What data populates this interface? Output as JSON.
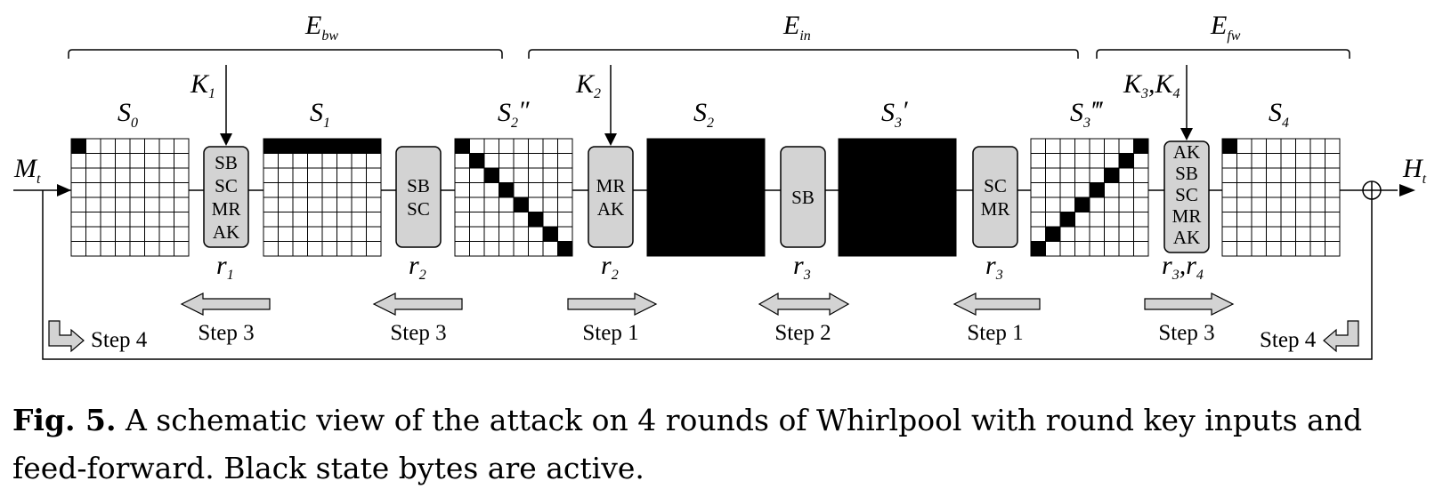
{
  "figure": {
    "brackets": [
      {
        "id": "bw",
        "label": "E",
        "sub": "bw"
      },
      {
        "id": "in",
        "label": "E",
        "sub": "in"
      },
      {
        "id": "fw",
        "label": "E",
        "sub": "fw"
      }
    ],
    "input": {
      "label": "M",
      "sub": "t"
    },
    "output": {
      "label": "H",
      "sub": "t"
    },
    "states": [
      {
        "id": "s0",
        "label": "S",
        "sub": "0",
        "prime": "",
        "active": "first"
      },
      {
        "id": "s1",
        "label": "S",
        "sub": "1",
        "prime": "",
        "active": "row"
      },
      {
        "id": "s2pp",
        "label": "S",
        "sub": "2",
        "prime": "″",
        "active": "diag"
      },
      {
        "id": "s2",
        "label": "S",
        "sub": "2",
        "prime": "",
        "active": "full"
      },
      {
        "id": "s3p",
        "label": "S",
        "sub": "3",
        "prime": "′",
        "active": "full"
      },
      {
        "id": "s3ppp",
        "label": "S",
        "sub": "3",
        "prime": "‴",
        "active": "antidiag"
      },
      {
        "id": "s4",
        "label": "S",
        "sub": "4",
        "prime": "",
        "active": "first"
      }
    ],
    "boxes": [
      {
        "id": "b1",
        "ops": [
          "SB",
          "SC",
          "MR",
          "AK"
        ],
        "round": "r",
        "round_sub": "1",
        "key": "K",
        "key_sub": "1"
      },
      {
        "id": "b2",
        "ops": [
          "SB",
          "SC"
        ],
        "round": "r",
        "round_sub": "2"
      },
      {
        "id": "b3",
        "ops": [
          "MR",
          "AK"
        ],
        "round": "r",
        "round_sub": "2",
        "key": "K",
        "key_sub": "2"
      },
      {
        "id": "b4",
        "ops": [
          "SB"
        ],
        "round": "r",
        "round_sub": "3"
      },
      {
        "id": "b5",
        "ops": [
          "SC",
          "MR"
        ],
        "round": "r",
        "round_sub": "3"
      },
      {
        "id": "b6",
        "ops": [
          "AK",
          "SB",
          "SC",
          "MR",
          "AK"
        ],
        "round": "r",
        "round_sub": "3",
        "round2_sub": "4",
        "key": "K",
        "key_sub": "3",
        "key2_sub": "4"
      }
    ],
    "steps": [
      {
        "label": "Step 4",
        "dir": "corner-right"
      },
      {
        "label": "Step 3",
        "dir": "left"
      },
      {
        "label": "Step 3",
        "dir": "left"
      },
      {
        "label": "Step 1",
        "dir": "right"
      },
      {
        "label": "Step 2",
        "dir": "both"
      },
      {
        "label": "Step 1",
        "dir": "left"
      },
      {
        "label": "Step 3",
        "dir": "right"
      },
      {
        "label": "Step 4",
        "dir": "corner-left"
      }
    ],
    "colors": {
      "active": "#000000",
      "box_fill": "#d3d3d3",
      "arrow_fill": "#d3d3d3",
      "line": "#000000"
    }
  },
  "caption": {
    "fig_label": "Fig. 5.",
    "text": "A schematic view of the attack on 4 rounds of Whirlpool with round key inputs and feed-forward. Black state bytes are active."
  }
}
